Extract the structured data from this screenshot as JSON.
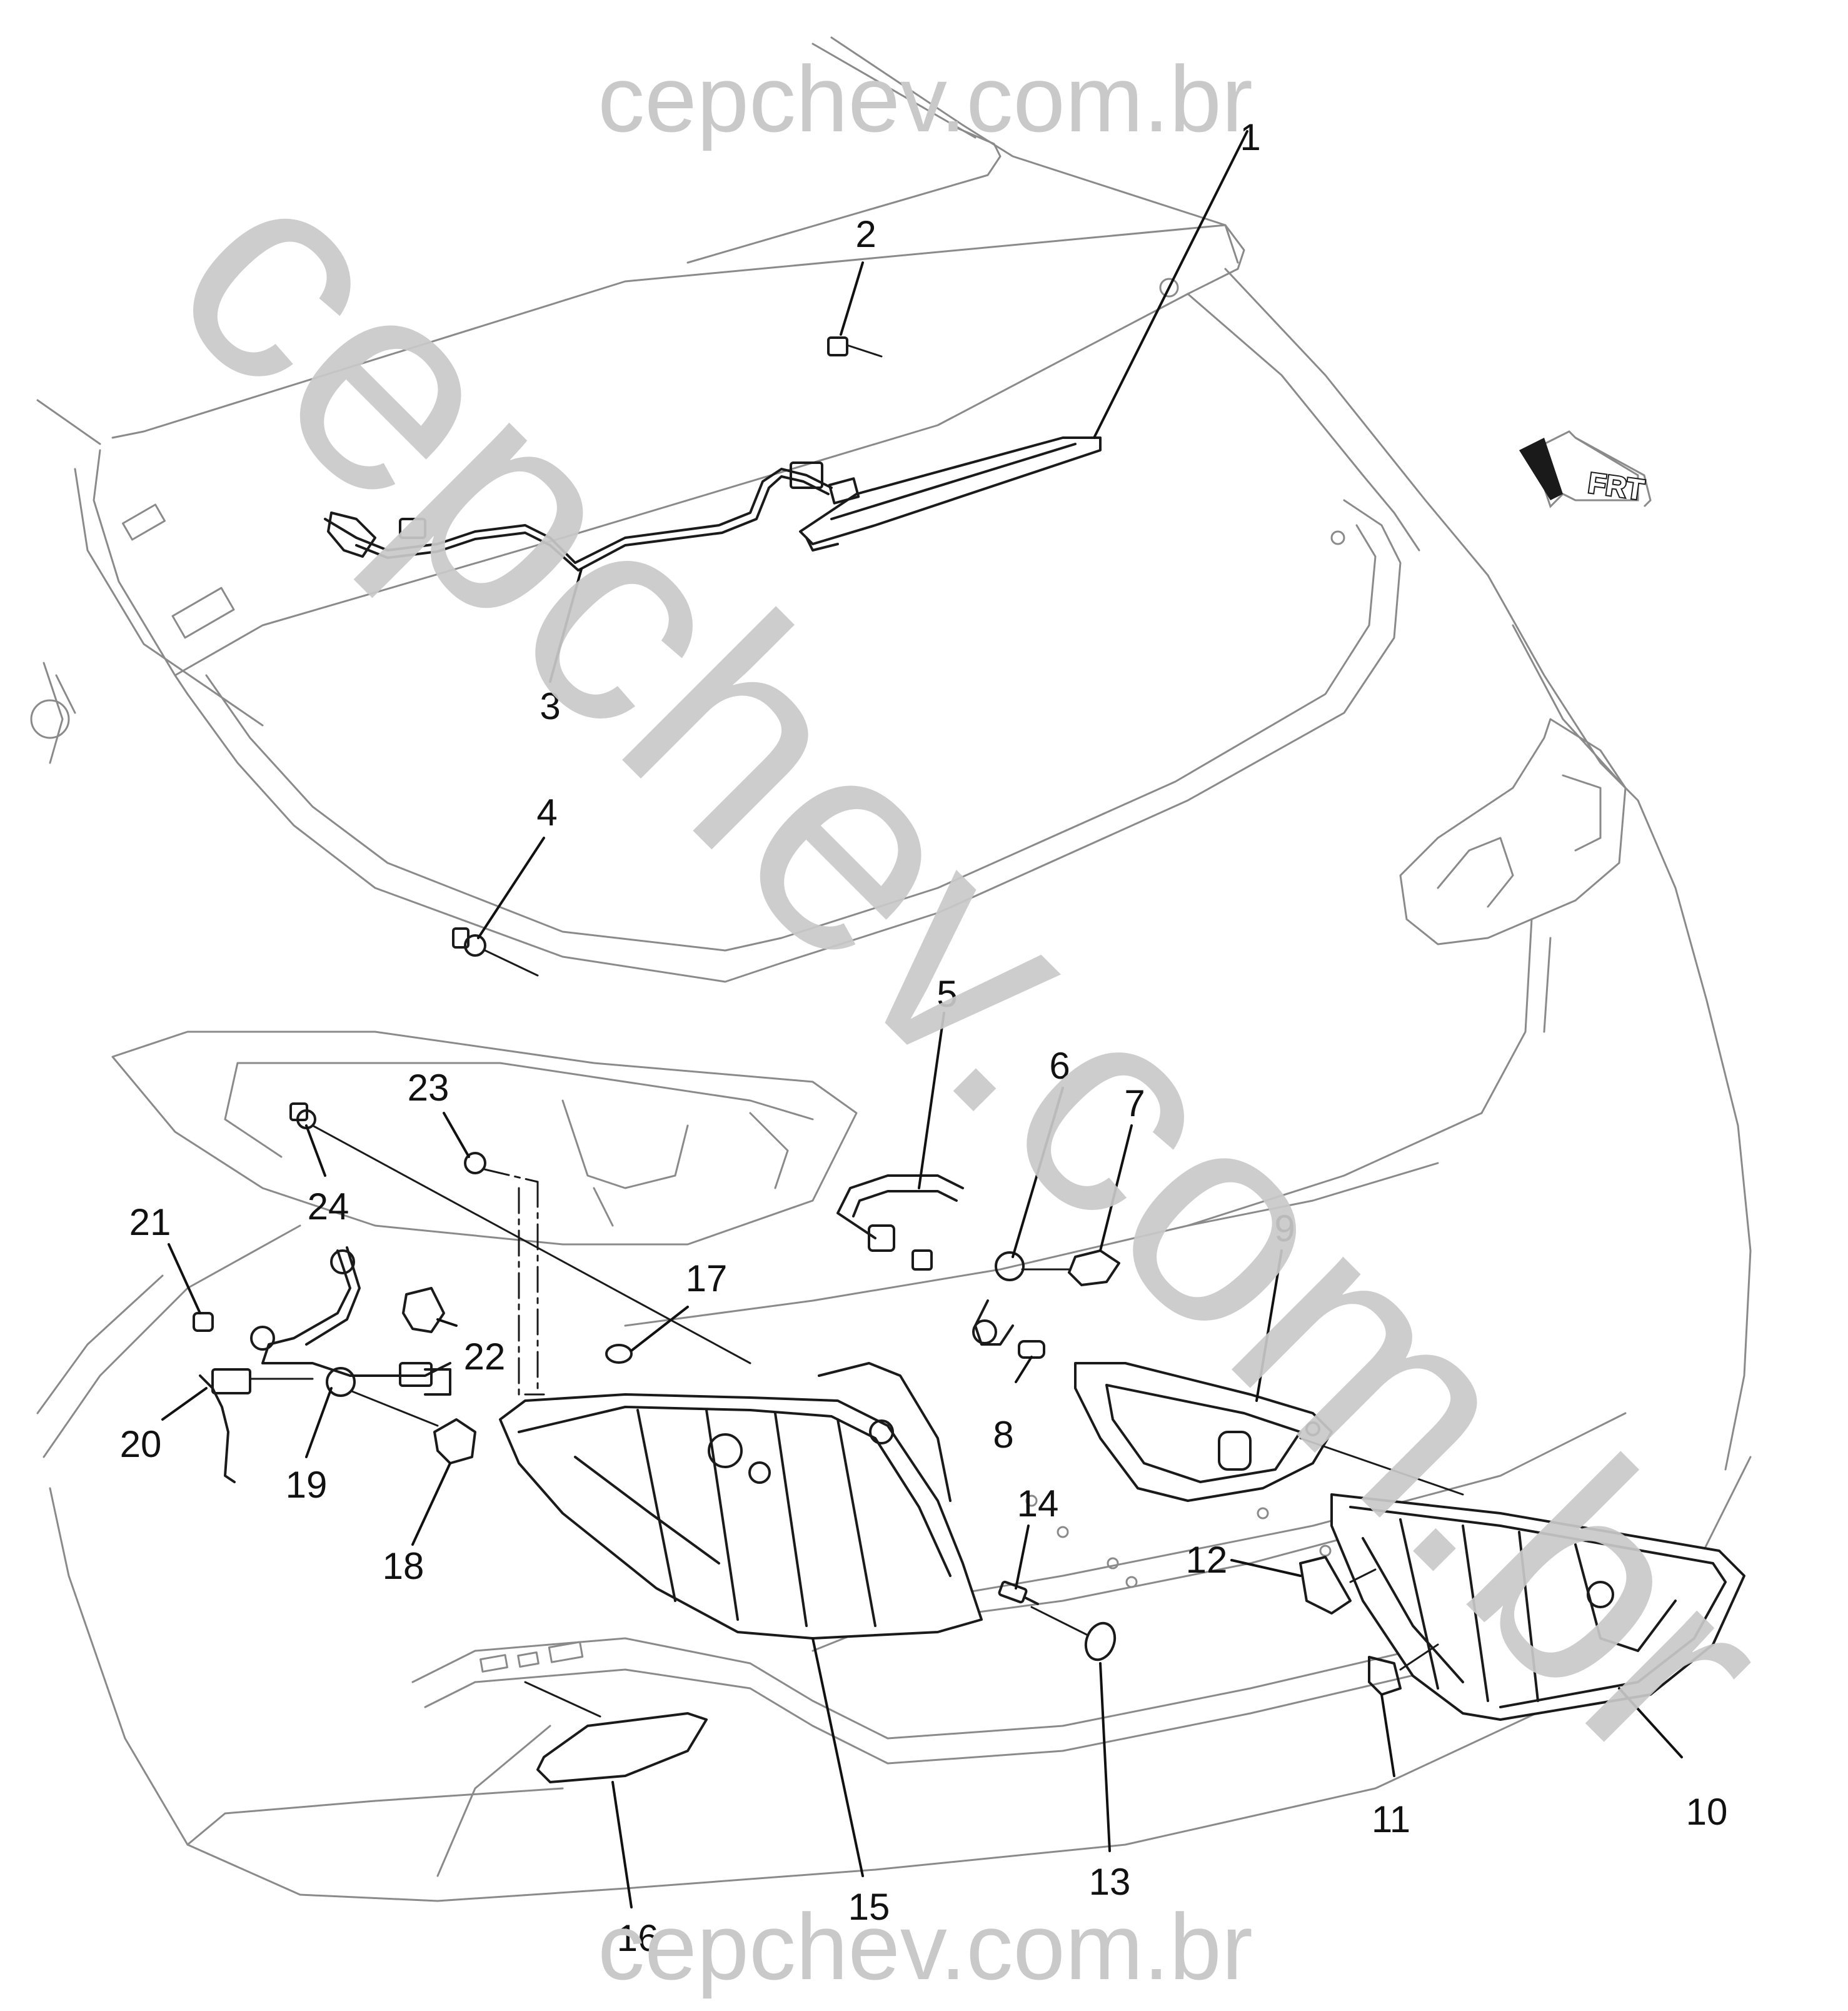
{
  "watermark": {
    "top": "cepchev.com.br",
    "diagonal": "cepchev.com.br",
    "bottom": "cepchev.com.br",
    "color": "#c9c9c9"
  },
  "direction_indicator": {
    "label": "FRT",
    "icon": "front-arrow-icon"
  },
  "callouts": {
    "c1": "1",
    "c2": "2",
    "c3": "3",
    "c4": "4",
    "c5": "5",
    "c6": "6",
    "c7": "7",
    "c8": "8",
    "c9": "9",
    "c10": "10",
    "c11": "11",
    "c12": "12",
    "c13": "13",
    "c14": "14",
    "c15": "15",
    "c16": "16",
    "c17": "17",
    "c18": "18",
    "c19": "19",
    "c20": "20",
    "c21": "21",
    "c22": "22",
    "c23": "23",
    "c24": "24"
  },
  "colors": {
    "outline_light": "#8a8a8a",
    "outline_dark": "#1a1a1a",
    "label": "#111111"
  }
}
